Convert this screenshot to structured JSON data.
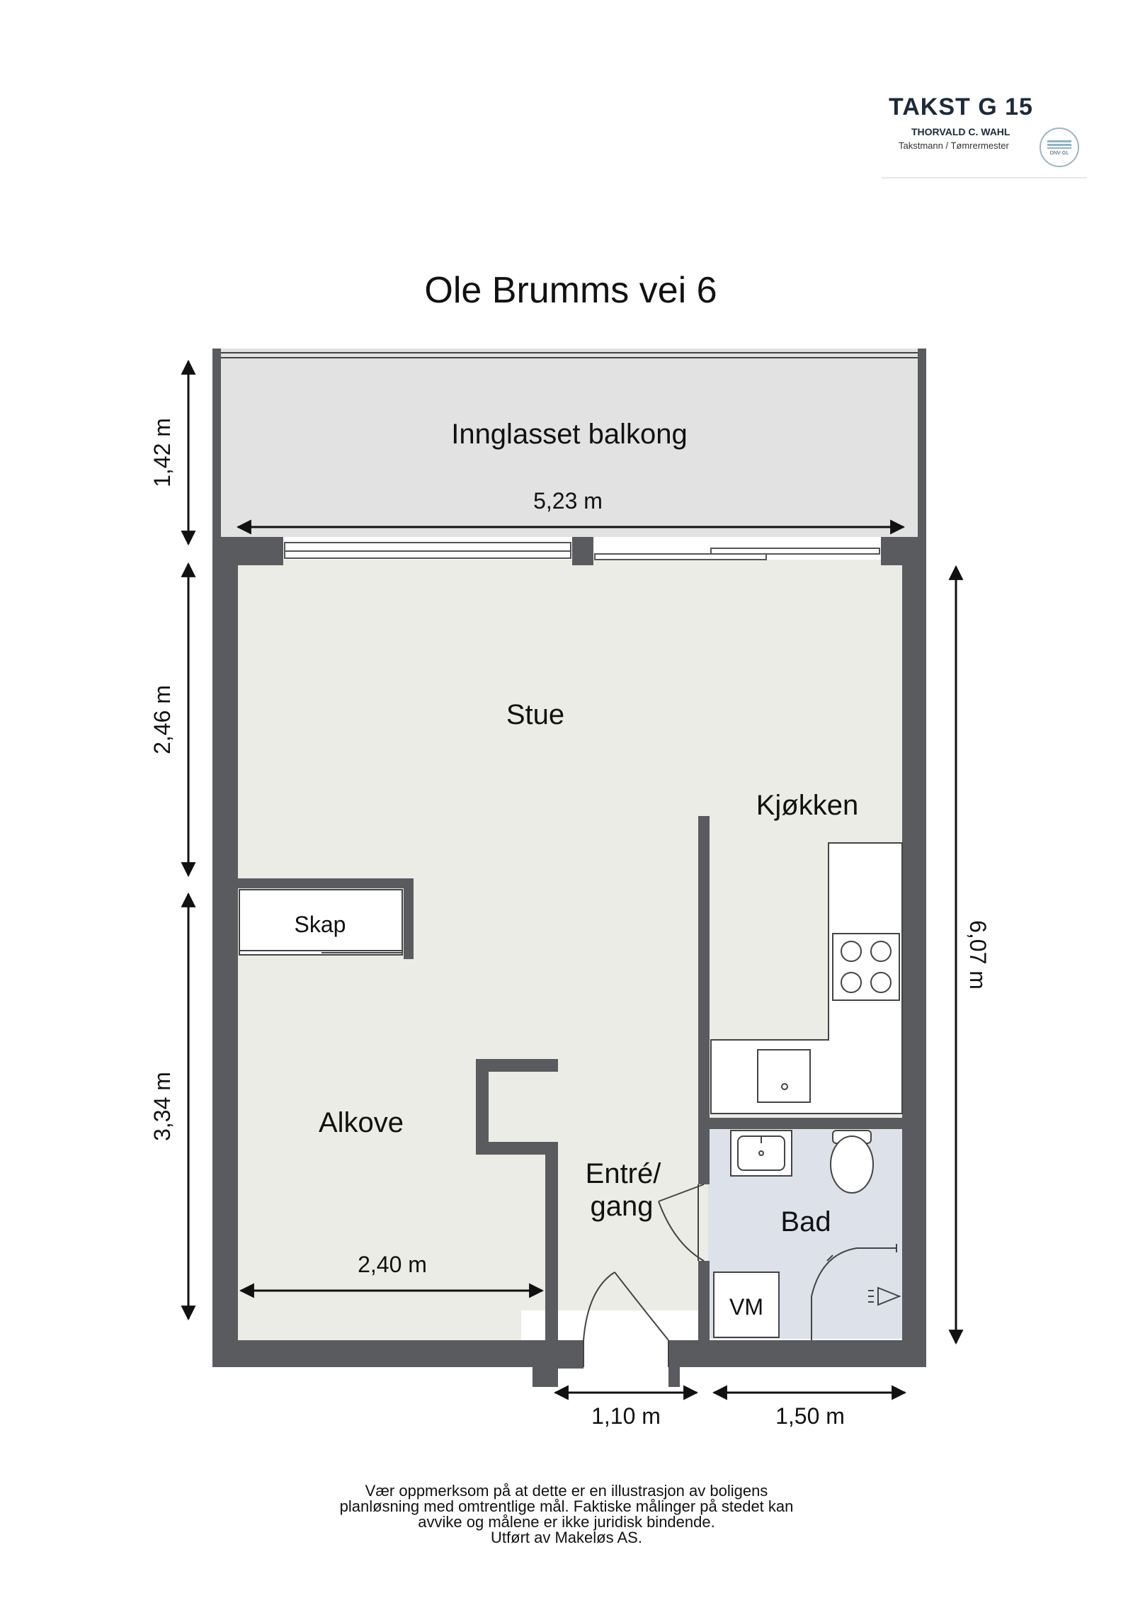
{
  "logo": {
    "title": "TAKST G 15",
    "name": "THORVALD C. WAHL",
    "role": "Takstmann / Tømrermester",
    "seal_text": "DNV·GL",
    "seal_icon": "certification-seal-icon"
  },
  "plan_title": "Ole Brumms vei 6",
  "rooms": {
    "balcony": "Innglasset balkong",
    "living": "Stue",
    "kitchen": "Kjøkken",
    "closet": "Skap",
    "alcove": "Alkove",
    "entry_line1": "Entré/",
    "entry_line2": "gang",
    "bath": "Bad",
    "washer": "VM"
  },
  "dimensions": {
    "balcony_depth": "1,42 m",
    "balcony_width": "5,23 m",
    "living_depth": "2,46 m",
    "alcove_depth": "3,34 m",
    "total_depth": "6,07 m",
    "alcove_width": "2,40 m",
    "entry_width": "1,10 m",
    "bath_width": "1,50 m"
  },
  "disclaimer": [
    "Vær oppmerksom på at dette er en illustrasjon av boligens",
    "planløsning med omtrentlige mål. Faktiske målinger på stedet kan",
    "avvike og målene er ikke juridisk bindende.",
    "Utført av Makeløs AS."
  ],
  "colors": {
    "wall": "#595b5f",
    "room_floor": "#ecece6",
    "bath_floor": "#dde1ea",
    "balcony_floor": "#e2e2e2"
  }
}
